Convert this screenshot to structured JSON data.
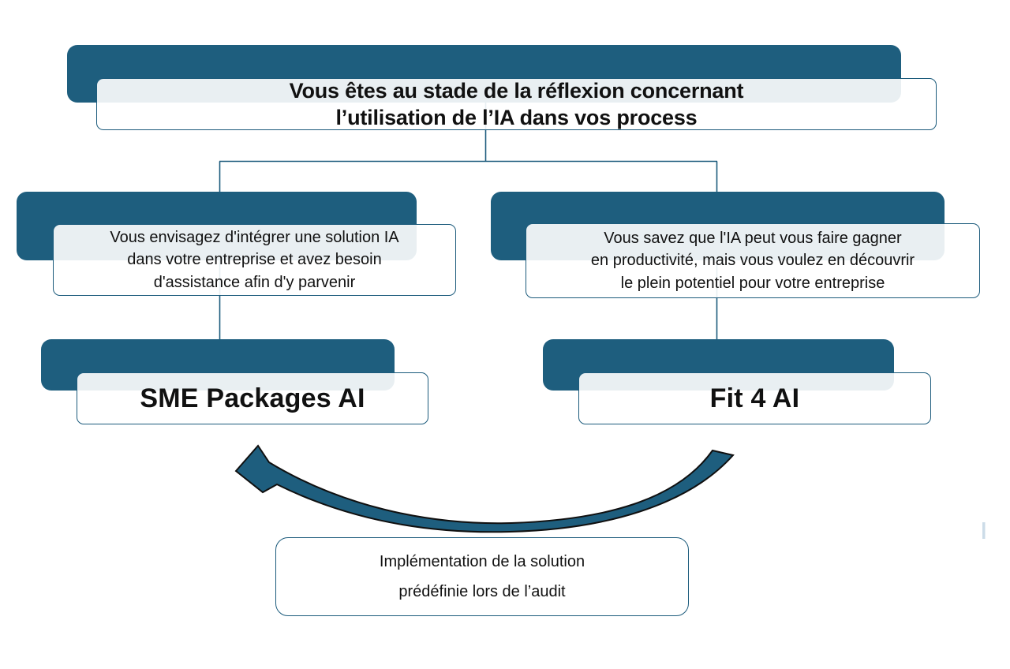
{
  "palette": {
    "teal": "#1E5E7E",
    "border": "#1C5B7C",
    "text": "#111111",
    "arrow_outline": "#101010",
    "edge_sliver": "#CCDCE8",
    "panel_overlap_tint": "#E8EDF2"
  },
  "root_node": {
    "line1": "Vous êtes au stade de la réflexion concernant",
    "line2": "l’utilisation de l’IA dans vos process"
  },
  "branch_left": {
    "desc_line1": "Vous envisagez d'intégrer une solution IA",
    "desc_line2": "dans votre entreprise et avez besoin",
    "desc_line3": "d'assistance afin d'y parvenir",
    "product": "SME Packages AI"
  },
  "branch_right": {
    "desc_line1": "Vous savez que l'IA peut vous faire gagner",
    "desc_line2": "en productivité, mais vous voulez en découvrir",
    "desc_line3": "le plein potentiel pour votre entreprise",
    "product": "Fit 4 AI"
  },
  "note": {
    "line1": "Implémentation de la solution",
    "line2": "prédéfinie lors de l’audit"
  }
}
